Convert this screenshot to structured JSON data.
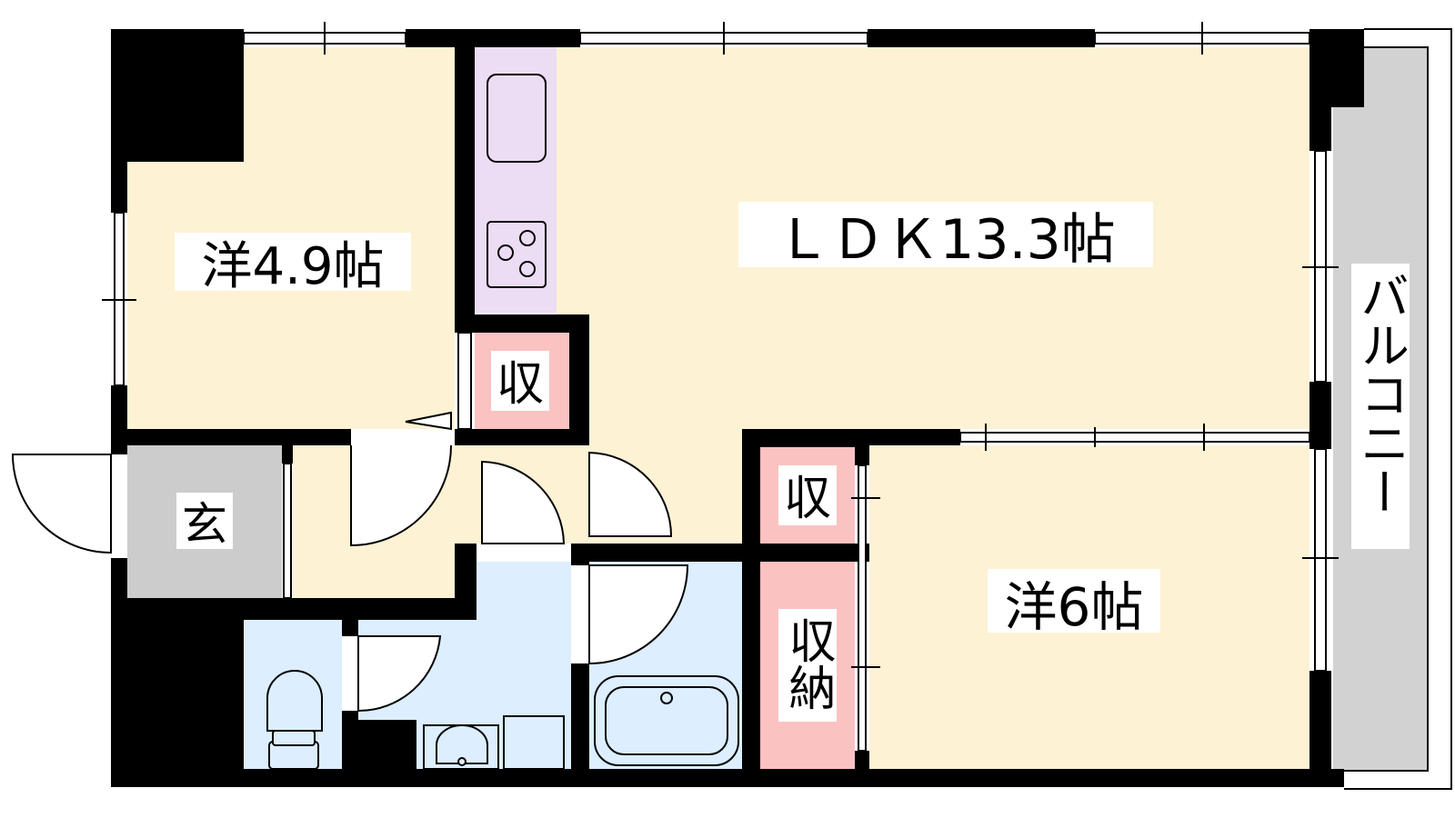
{
  "rooms": {
    "western_room_1": {
      "label": "洋4.9帖"
    },
    "ldk": {
      "label": "ＬＤＫ13.3帖"
    },
    "western_room_2": {
      "label": "洋6帖"
    },
    "entrance": {
      "label": "玄"
    },
    "storage_kitchen": {
      "label": "収"
    },
    "storage_room2": {
      "label": "収"
    },
    "closet": {
      "label": "収納"
    },
    "balcony": {
      "label": "バルコニー"
    }
  },
  "colors": {
    "room_floor": "#fdf2d4",
    "entrance_floor": "#cccccc",
    "wet_area": "#dceeff",
    "kitchen_counter": "#ecdcf4",
    "storage": "#fbc2c2",
    "balcony": "#d2d2d2",
    "wall": "#000000"
  }
}
